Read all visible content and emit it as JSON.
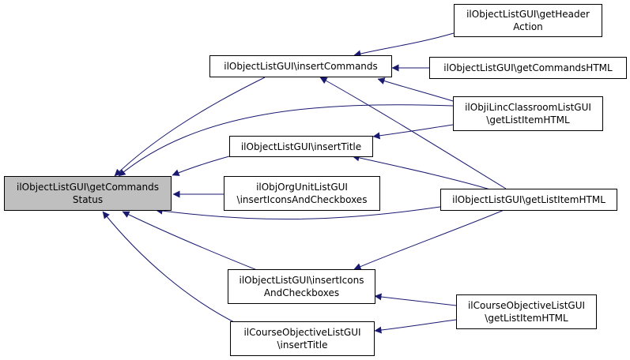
{
  "nodes": {
    "root": "ilObjectListGUI\\getCommands\nStatus",
    "insertCommands": "ilObjectListGUI\\insertCommands",
    "insertTitle": "ilObjectListGUI\\insertTitle",
    "orgUnitInsertIcons": "ilObjOrgUnitListGUI\n\\insertIconsAndCheckboxes",
    "insertIcons": "ilObjectListGUI\\insertIcons\nAndCheckboxes",
    "courseInsertTitle": "ilCourseObjectiveListGUI\n\\insertTitle",
    "getHeaderAction": "ilObjectListGUI\\getHeader\nAction",
    "getCommandsHTML": "ilObjectListGUI\\getCommandsHTML",
    "lincGetListItem": "ilObjiLincClassroomListGUI\n\\getListItemHTML",
    "getListItemHTML": "ilObjectListGUI\\getListItemHTML",
    "courseGetListItem": "ilCourseObjectiveListGUI\n\\getListItemHTML"
  },
  "colors": {
    "edge": "#191970",
    "root_fill": "#bfbfbf",
    "node_fill": "#ffffff",
    "border": "#000000"
  }
}
